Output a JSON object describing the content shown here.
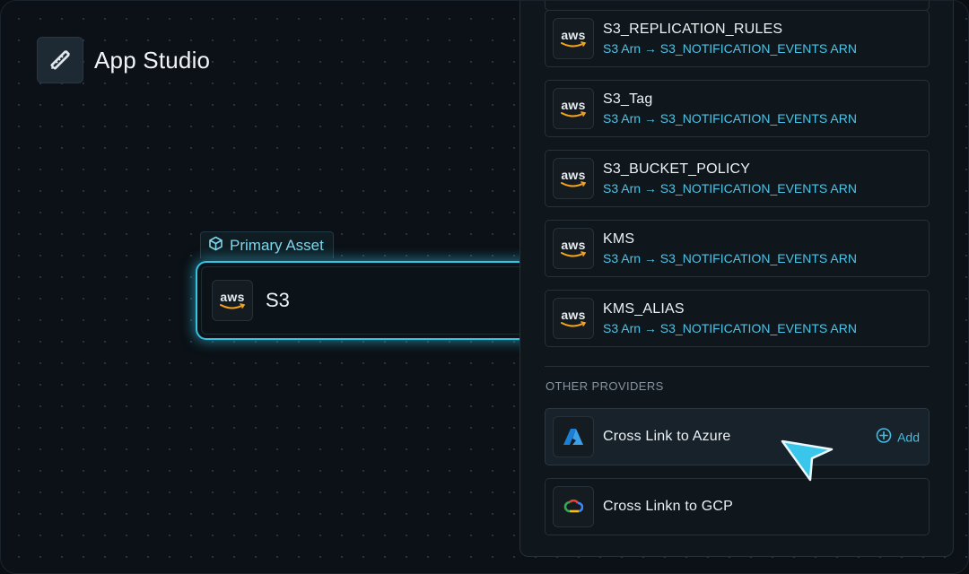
{
  "app": {
    "title": "App Studio",
    "logo_icon": "pencil-ruler-icon"
  },
  "primary_asset": {
    "tag_label": "Primary Asset",
    "tag_icon": "cube-icon",
    "name": "S3",
    "provider_logo": "aws"
  },
  "resources": [
    {
      "title": "S3_REPLICATION_RULES",
      "subtitle": "S3 Arn → S3_NOTIFICATION_EVENTS ARN",
      "logo": "aws"
    },
    {
      "title": "S3_Tag",
      "subtitle": "S3 Arn → S3_NOTIFICATION_EVENTS ARN",
      "logo": "aws"
    },
    {
      "title": "S3_BUCKET_POLICY",
      "subtitle": "S3 Arn → S3_NOTIFICATION_EVENTS ARN",
      "logo": "aws"
    },
    {
      "title": "KMS",
      "subtitle": "S3 Arn → S3_NOTIFICATION_EVENTS ARN",
      "logo": "aws"
    },
    {
      "title": "KMS_ALIAS",
      "subtitle": "S3 Arn → S3_NOTIFICATION_EVENTS ARN",
      "logo": "aws"
    }
  ],
  "other_providers": {
    "label": "OTHER PROVIDERS",
    "items": [
      {
        "title": "Cross Link to Azure",
        "logo": "azure-logo",
        "action_label": "Add",
        "action_icon": "plus-circle-icon"
      },
      {
        "title": "Cross Linkn to GCP",
        "logo": "gcp-logo"
      }
    ]
  },
  "aws_label": "aws",
  "colors": {
    "accent": "#35c3e6",
    "link": "#4fc4e6",
    "background": "#0b1116",
    "panel": "#0f161c"
  }
}
